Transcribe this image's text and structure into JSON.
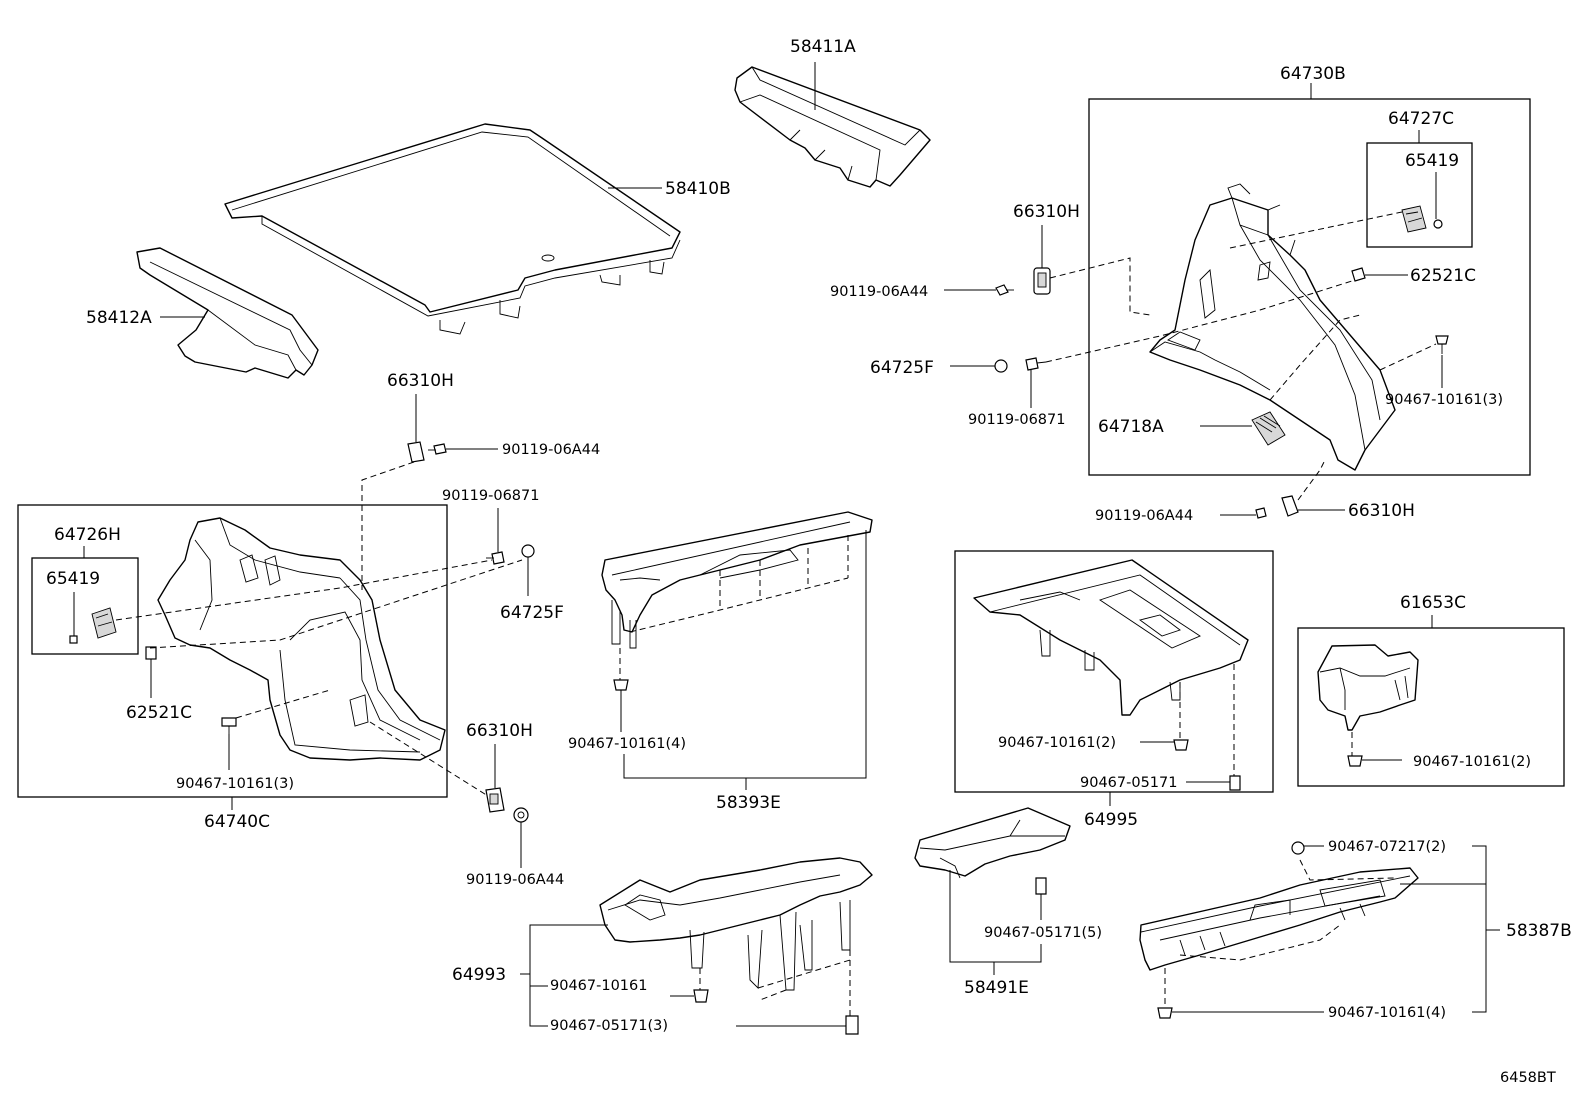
{
  "diagram_id": "6458BT",
  "labels": {
    "p58411A": "58411A",
    "p58410B": "58410B",
    "p58412A": "58412A",
    "p64730B": "64730B",
    "p64727C": "64727C",
    "p65419_r": "65419",
    "p66310H_top": "66310H",
    "p90119_06A44_top": "90119-06A44",
    "p62521C_r": "62521C",
    "p64725F_r": "64725F",
    "p90119_06871_r": "90119-06871",
    "p64718A": "64718A",
    "p90467_10161_3_r": "90467-10161(3)",
    "p90119_06A44_r2": "90119-06A44",
    "p66310H_r2": "66310H",
    "p66310H_l": "66310H",
    "p90119_06A44_l": "90119-06A44",
    "p90119_06871_l": "90119-06871",
    "p64726H": "64726H",
    "p65419_l": "65419",
    "p64725F_l": "64725F",
    "p62521C_l": "62521C",
    "p90467_10161_3_l": "90467-10161(3)",
    "p64740C": "64740C",
    "p66310H_m": "66310H",
    "p90119_06A44_m": "90119-06A44",
    "p90467_10161_4_m": "90467-10161(4)",
    "p58393E": "58393E",
    "p90467_10161_2_m": "90467-10161(2)",
    "p90467_05171_m": "90467-05171",
    "p64995": "64995",
    "p61653C": "61653C",
    "p90467_10161_2_r": "90467-10161(2)",
    "p64993": "64993",
    "p90467_10161_b": "90467-10161",
    "p90467_05171_3": "90467-05171(3)",
    "p90467_05171_5": "90467-05171(5)",
    "p58491E": "58491E",
    "p90467_07217_2": "90467-07217(2)",
    "p58387B": "58387B",
    "p90467_10161_4_b": "90467-10161(4)"
  }
}
